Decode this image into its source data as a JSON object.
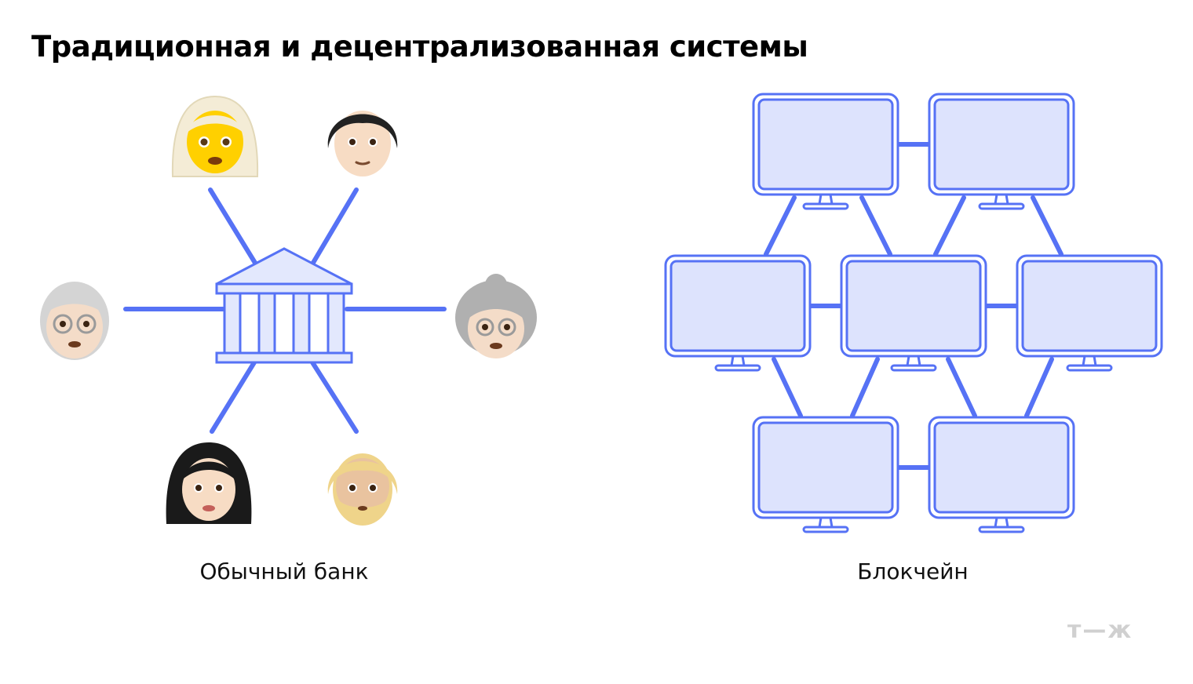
{
  "title": "Традиционная и децентрализованная системы",
  "left": {
    "caption": "Обычный банк",
    "center": "bank-icon",
    "people": [
      {
        "name": "woman-white-hair-icon",
        "hair": "#f4ecd6",
        "skin": "#ffd000"
      },
      {
        "name": "person-black-hair-icon",
        "hair": "#222222",
        "skin": "#f7dcc4"
      },
      {
        "name": "old-man-icon",
        "hair": "#d4d4d4",
        "skin": "#f4dcc8"
      },
      {
        "name": "old-woman-icon",
        "hair": "#b0b0b0",
        "skin": "#f4dcc8"
      },
      {
        "name": "woman-black-hair-icon",
        "hair": "#1a1a1a",
        "skin": "#f7dcc4"
      },
      {
        "name": "bearded-man-blond-icon",
        "hair": "#efd48a",
        "skin": "#e9c39f"
      }
    ]
  },
  "right": {
    "caption": "Блокчейн",
    "node_icon": "monitor-icon"
  },
  "logo": "т—ж",
  "colors": {
    "link": "#5672f5",
    "node_fill": "#dde3fd",
    "node_stroke": "#5672f5",
    "bank_fill": "#e3e8fd",
    "bank_stroke": "#5672f5"
  }
}
